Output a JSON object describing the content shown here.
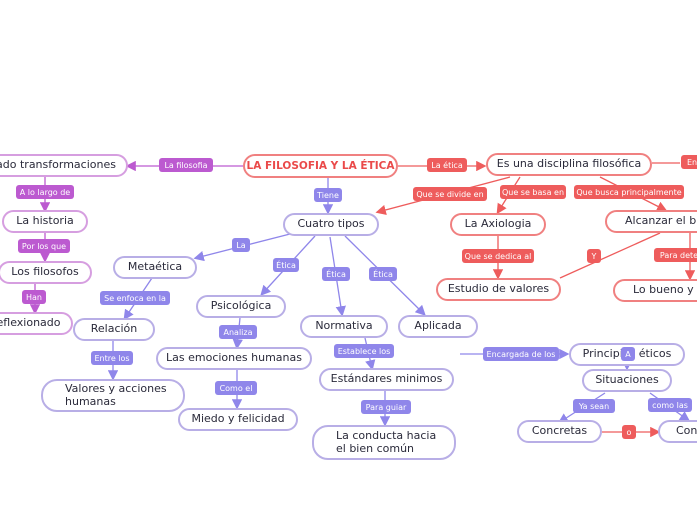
{
  "root": "LA FILOSOFIA Y LA ÉTICA",
  "nodes": {
    "transformaciones": "ado transformaciones",
    "historia": "La historia",
    "filosofos": "Los filosofos",
    "reflexionado": "eflexionado",
    "disciplina": "Es una disciplina filosófica",
    "cuatro_tipos": "Cuatro tipos",
    "axiologia": "La Axiologia",
    "alcanzar": "Alcanzar el bie",
    "estudio_valores": "Estudio de valores",
    "bueno": "Lo bueno y lo",
    "metaetica": "Metaética",
    "psicologica": "Psicológica",
    "normativa": "Normativa",
    "aplicada": "Aplicada",
    "principios": "Principios éticos",
    "relacion": "Relación",
    "emociones": "Las emociones humanas",
    "estandares": "Estándares minimos",
    "situaciones": "Situaciones",
    "valores_acciones": "Valores y acciones humanas",
    "miedo": "Miedo y felicidad",
    "conducta": "La conducta hacia el bien común",
    "concretas": "Concretas",
    "cont": "Cont"
  },
  "labels": {
    "la_filosofia": "La filosofia",
    "la_etica": "La ética",
    "en": "En",
    "a_lo_largo": "A lo largo de",
    "por_los_que": "Por los que",
    "han": "Han",
    "tiene": "Tiene",
    "se_divide": "Que se divide en",
    "se_basa": "Que se basa en",
    "busca": "Que busca principalmente",
    "se_dedica": "Que se dedica al",
    "y": "Y",
    "para_dete": "Para dete",
    "la": "La",
    "etica1": "Ética",
    "etica2": "Ética",
    "etica3": "Ética",
    "se_enfoca": "Se enfoca en la",
    "analiza": "Analiza",
    "establece": "Establece los",
    "encargada": "Encargada de los",
    "entre_los": "Entre los",
    "como_el": "Como el",
    "para_guiar": "Para guiar",
    "a": "A",
    "ya_sean": "Ya sean",
    "como_las": "como las",
    "o": "o"
  },
  "colors": {
    "purple": "#8f86ea",
    "red": "#ee5c5c",
    "magenta": "#bc5ad0"
  }
}
